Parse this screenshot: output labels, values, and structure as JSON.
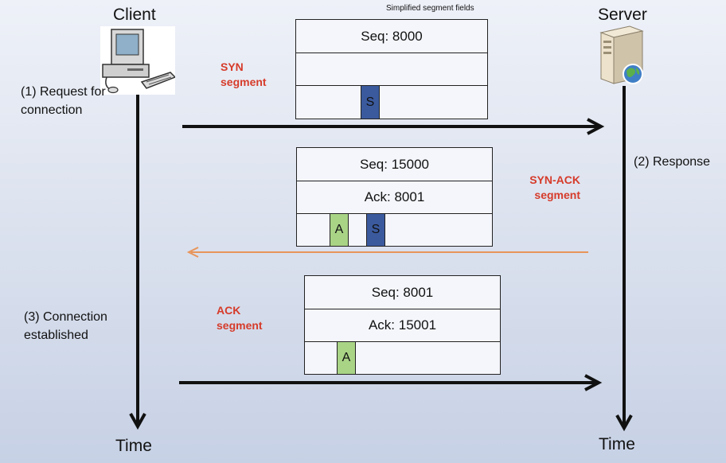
{
  "caption": "Simplified segment fields",
  "client": {
    "label": "Client",
    "time_label": "Time"
  },
  "server": {
    "label": "Server",
    "time_label": "Time"
  },
  "steps": {
    "request": "(1) Request for connection",
    "response": "(2) Response",
    "established": "(3) Connection established"
  },
  "segments": [
    {
      "name": "SYN segment",
      "rows": [
        "Seq: 8000",
        ""
      ],
      "flags": [
        "S"
      ]
    },
    {
      "name": "SYN-ACK segment",
      "rows": [
        "Seq: 15000",
        "Ack: 8001"
      ],
      "flags": [
        "A",
        "S"
      ]
    },
    {
      "name": "ACK segment",
      "rows": [
        "Seq: 8001",
        "Ack: 15001"
      ],
      "flags": [
        "A"
      ]
    }
  ],
  "colors": {
    "segment_name": "#d63b2a",
    "flag_s": "#3b5a9e",
    "flag_a": "#a9d486",
    "syn_ack_arrow": "#e8955a",
    "arrow": "#111111"
  },
  "icons": {
    "client": "desktop-computer-icon",
    "server": "server-tower-icon"
  }
}
